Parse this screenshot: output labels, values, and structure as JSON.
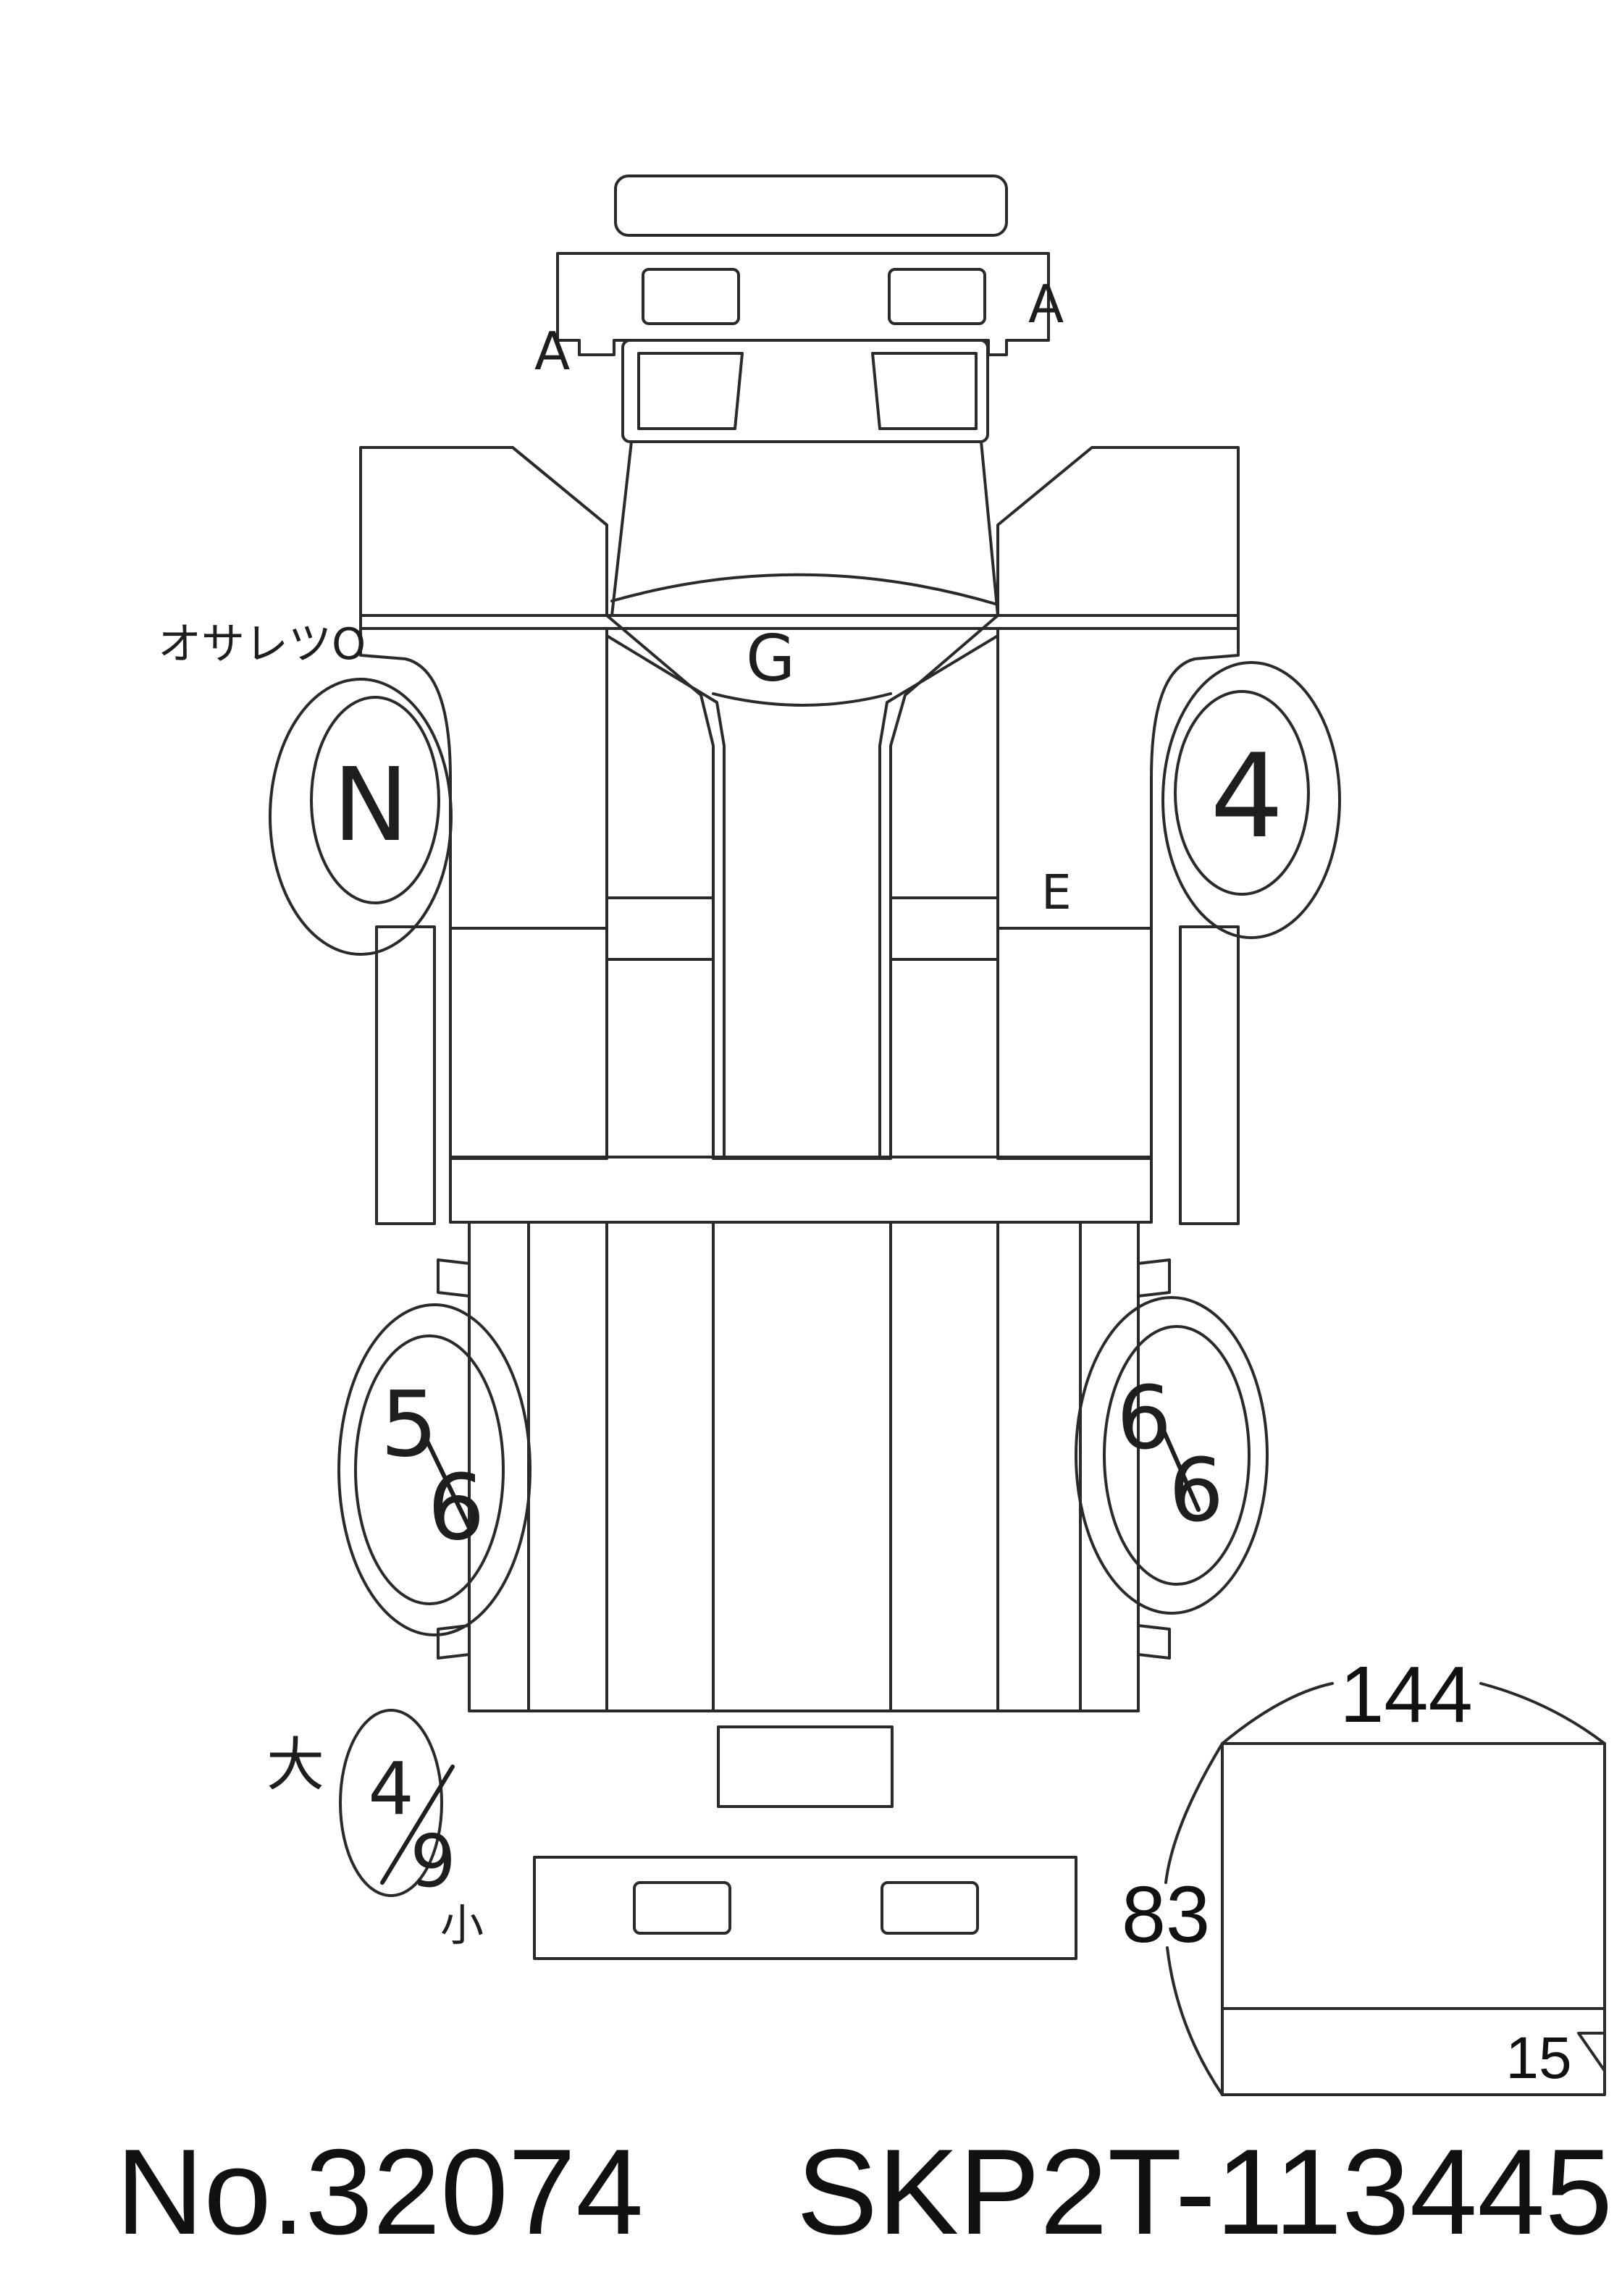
{
  "labels": {
    "a_left": "A",
    "a_right": "A",
    "g": "G",
    "e": "E",
    "note_front_left": "オサレツO",
    "tire_front_left": "N",
    "tire_front_right": "4",
    "tire_rear_left_top": "5",
    "tire_rear_left_bottom": "6",
    "tire_rear_right_top": "6",
    "tire_rear_right_bottom": "6",
    "spare_large": "大",
    "spare_top": "4",
    "spare_bottom": "9",
    "spare_small": "小"
  },
  "dimensions": {
    "width": "144",
    "height": "83",
    "small": "15"
  },
  "footer": {
    "number": "No.32074",
    "frame": "SKP2T-113445"
  }
}
